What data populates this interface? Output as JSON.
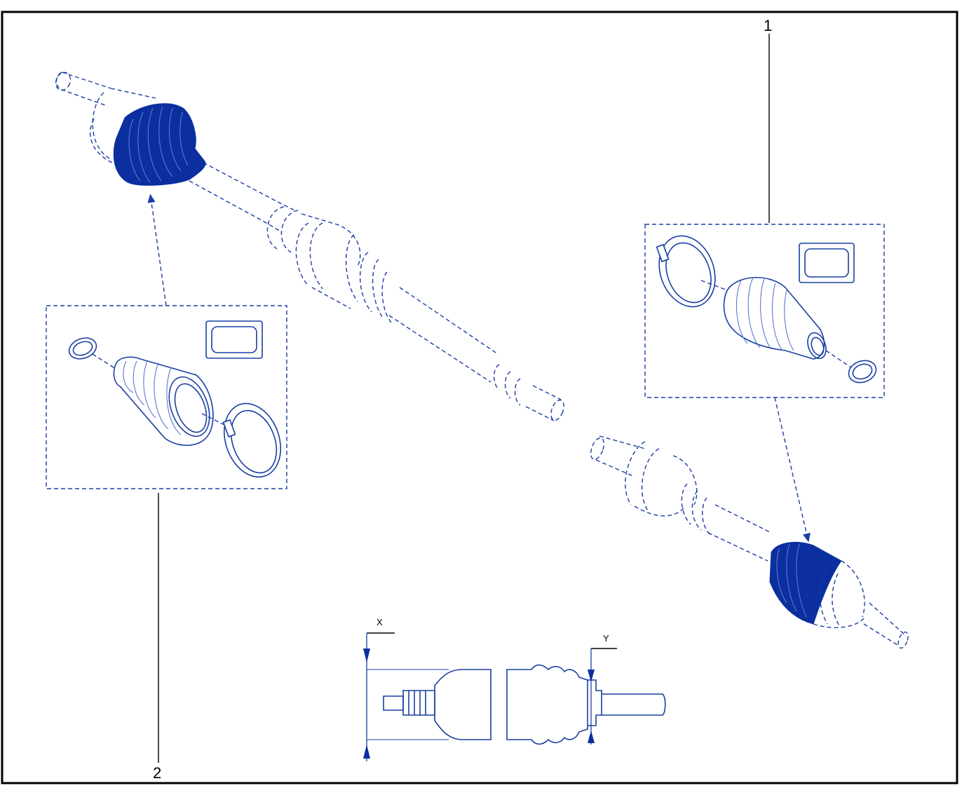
{
  "callouts": [
    {
      "id": "1",
      "text": "1"
    },
    {
      "id": "2",
      "text": "2"
    }
  ],
  "dimensions": {
    "x_label": "X",
    "y_label": "Y"
  },
  "colors": {
    "line": "#1a3ea3",
    "boot_fill": "#0b2f9e",
    "frame": "#000000"
  }
}
